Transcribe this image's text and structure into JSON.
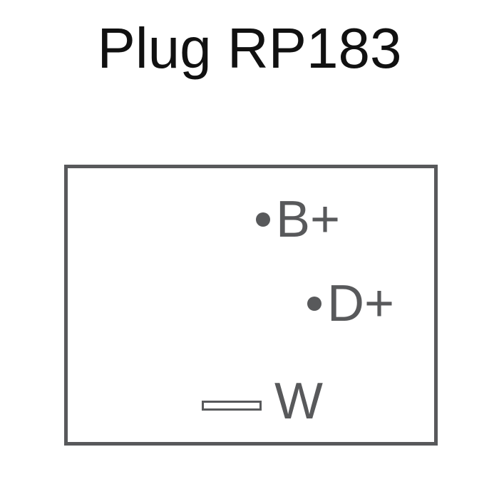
{
  "title": "Plug RP183",
  "terminals": {
    "b_plus": {
      "label": "B+",
      "icon": "round-pin-dot"
    },
    "d_plus": {
      "label": "D+",
      "icon": "round-pin-dot"
    },
    "w": {
      "label": "W",
      "icon": "flat-blade-pin"
    }
  },
  "colors": {
    "outline": "#58595b",
    "title": "#111111",
    "background": "#ffffff"
  }
}
